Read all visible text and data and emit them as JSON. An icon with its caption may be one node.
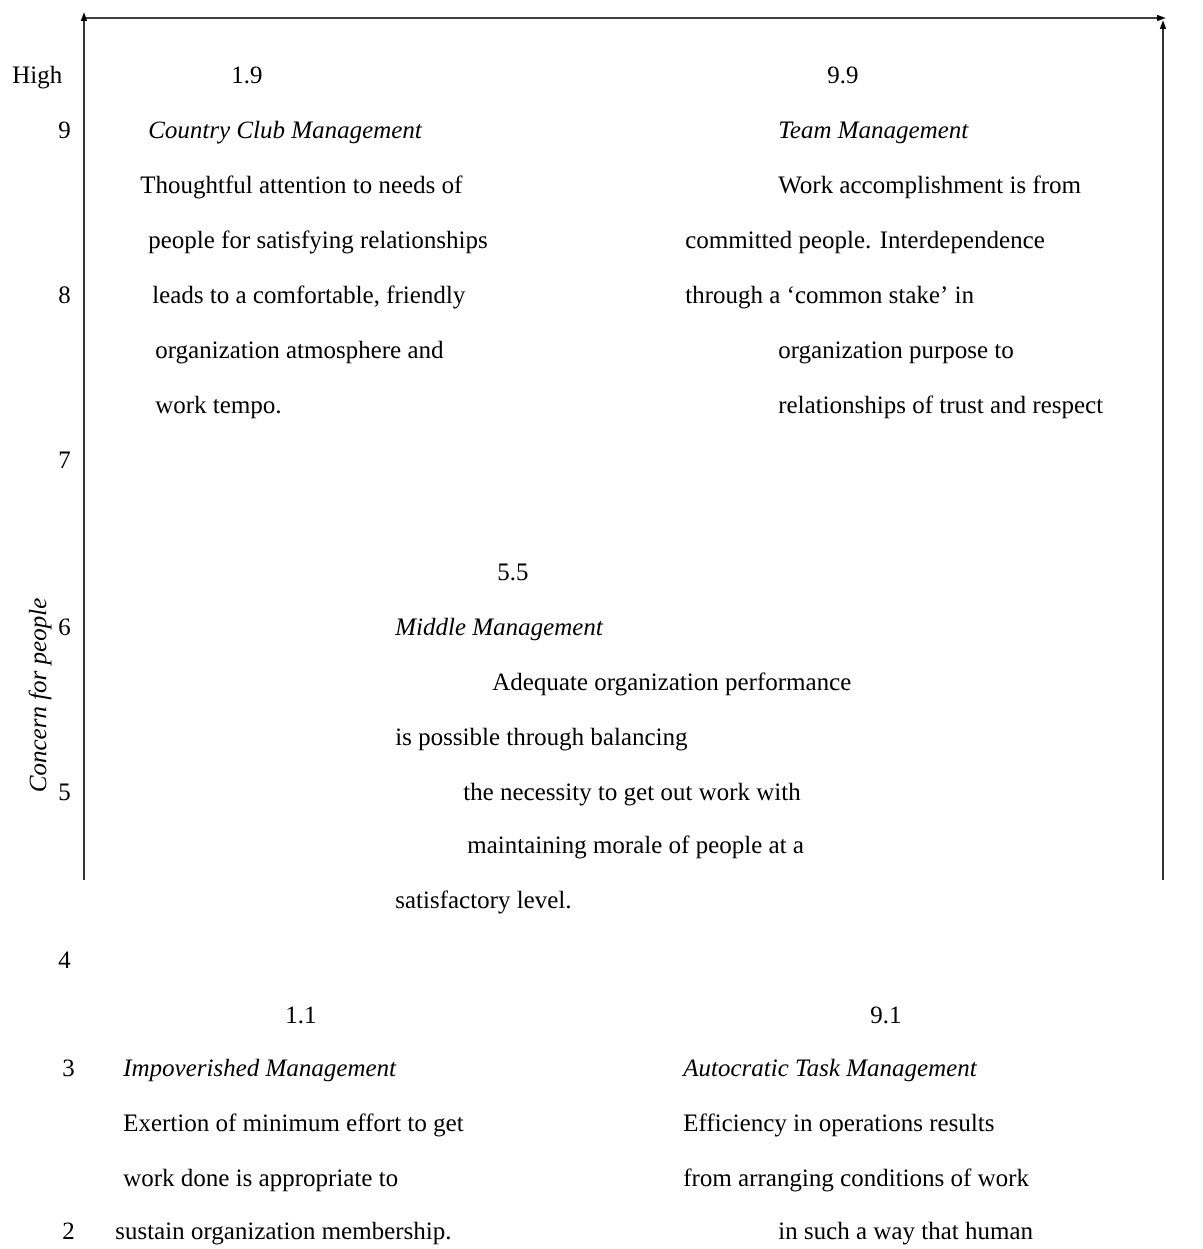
{
  "diagram": {
    "labels": [
      "High",
      "1.9",
      "9.9",
      "9",
      "Country Club Management",
      "Team Management",
      "Thoughtful attention to needs of",
      "Work accomplishment is from",
      "people for satisfying relationships",
      "committed people. Interdependence",
      "8",
      "leads to a comfortable, friendly",
      "through a ‘common stake’ in",
      "organization atmosphere and",
      "organization purpose to",
      "work tempo.",
      "relationships of trust and respect",
      "7",
      "5.5",
      "6",
      "Middle Management",
      "Adequate organization performance",
      "is possible through balancing",
      "5",
      "the necessity to get out work with",
      "maintaining morale of people at a",
      "satisfactory level.",
      "Concern for people",
      "4",
      "1.1",
      "9.1",
      "3",
      "Impoverished Management",
      "Autocratic Task Management",
      "Exertion of minimum effort to get",
      "Efficiency in operations results",
      "work done is appropriate to",
      "from arranging conditions of work",
      "2",
      "sustain organization membership.",
      "in such a way that human"
    ]
  }
}
